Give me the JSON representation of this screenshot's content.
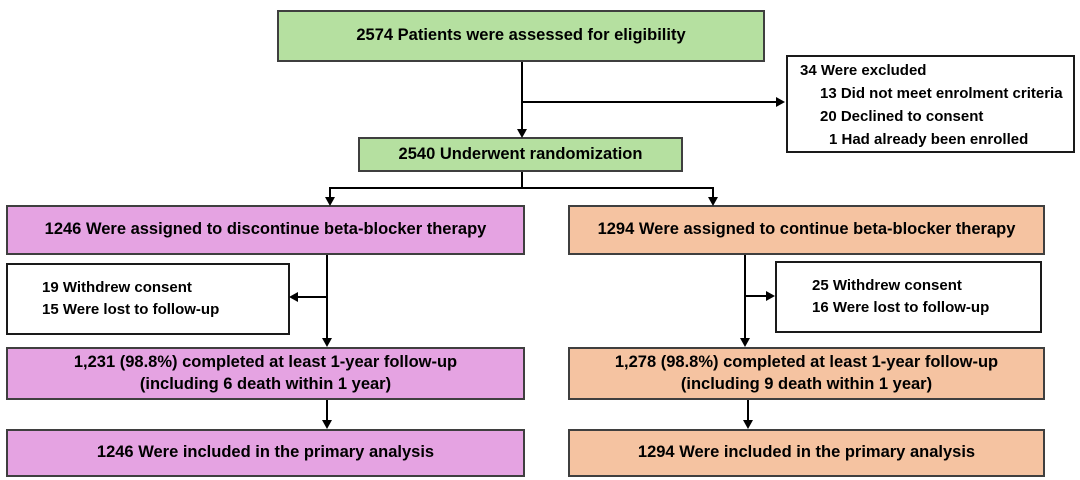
{
  "title": "CONSORT patient flow diagram",
  "colors": {
    "eligibility_fill": "#b5e0a0",
    "discontinue_arm_fill": "#e5a3e2",
    "continue_arm_fill": "#f5c3a1",
    "side_box_fill": "#ffffff",
    "line": "#000000"
  },
  "eligibility": {
    "text": "2574 Patients were assessed for eligibility"
  },
  "excluded": {
    "lines": [
      "34 Were excluded",
      "13 Did not meet enrolment criteria",
      "20 Declined to consent",
      "1 Had already been enrolled"
    ]
  },
  "randomization": {
    "text": "2540 Underwent randomization"
  },
  "discontinue_arm": {
    "assigned": "1246 Were assigned to discontinue beta-blocker therapy",
    "withdrawals": [
      "19 Withdrew consent",
      "15 Were lost to follow-up"
    ],
    "followup_line1": "1,231 (98.8%) completed at least 1-year follow-up",
    "followup_line2": "(including 6 death within 1 year)",
    "primary": "1246 Were included in the primary analysis"
  },
  "continue_arm": {
    "assigned": "1294 Were assigned to continue beta-blocker therapy",
    "withdrawals": [
      "25 Withdrew consent",
      "16 Were lost to follow-up"
    ],
    "followup_line1": "1,278 (98.8%) completed at least 1-year follow-up",
    "followup_line2": "(including 9 death within 1 year)",
    "primary": "1294 Were included in the primary analysis"
  }
}
